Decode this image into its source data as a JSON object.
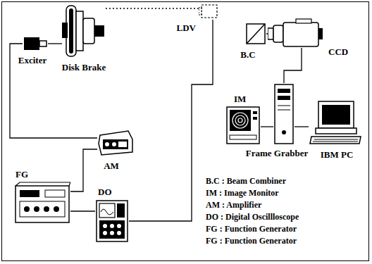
{
  "diagram": {
    "nodes": [
      {
        "text": [
          "Disk Brake"
        ]
      },
      {
        "text": [
          "Exciter"
        ]
      },
      {
        "text": [
          "LDV"
        ]
      },
      {
        "text": [
          "AM"
        ]
      },
      {
        "text": [
          "FG"
        ]
      },
      {
        "text": [
          "DO"
        ]
      },
      {
        "text": [
          "B.C"
        ]
      },
      {
        "text": [
          "CCD"
        ]
      },
      {
        "text": [
          "IM"
        ]
      },
      {
        "text": [
          "Frame Grabber"
        ]
      },
      {
        "text": [
          "IBM PC"
        ]
      }
    ],
    "edges": [
      {
        "from": 1,
        "to": 0,
        "arrow": "none"
      },
      {
        "from": 2,
        "to": 0,
        "arrow": "none"
      },
      {
        "from": 1,
        "to": 3,
        "arrow": "none"
      },
      {
        "from": 4,
        "to": 3,
        "arrow": "none"
      },
      {
        "from": 4,
        "to": 5,
        "arrow": "none"
      },
      {
        "from": 2,
        "to": 5,
        "arrow": "none"
      },
      {
        "from": 6,
        "to": 7,
        "arrow": "none"
      },
      {
        "from": 7,
        "to": 9,
        "arrow": "none"
      },
      {
        "from": 8,
        "to": 9,
        "arrow": "none"
      },
      {
        "from": 9,
        "to": 10,
        "arrow": "none"
      }
    ],
    "labels": [
      "B.C : Beam Combiner",
      "IM : Image Monitor",
      "AM : Amplifier",
      "DO : Digital Oscillloscope",
      "FG : Function Generator",
      "FG : Function Generator"
    ]
  }
}
